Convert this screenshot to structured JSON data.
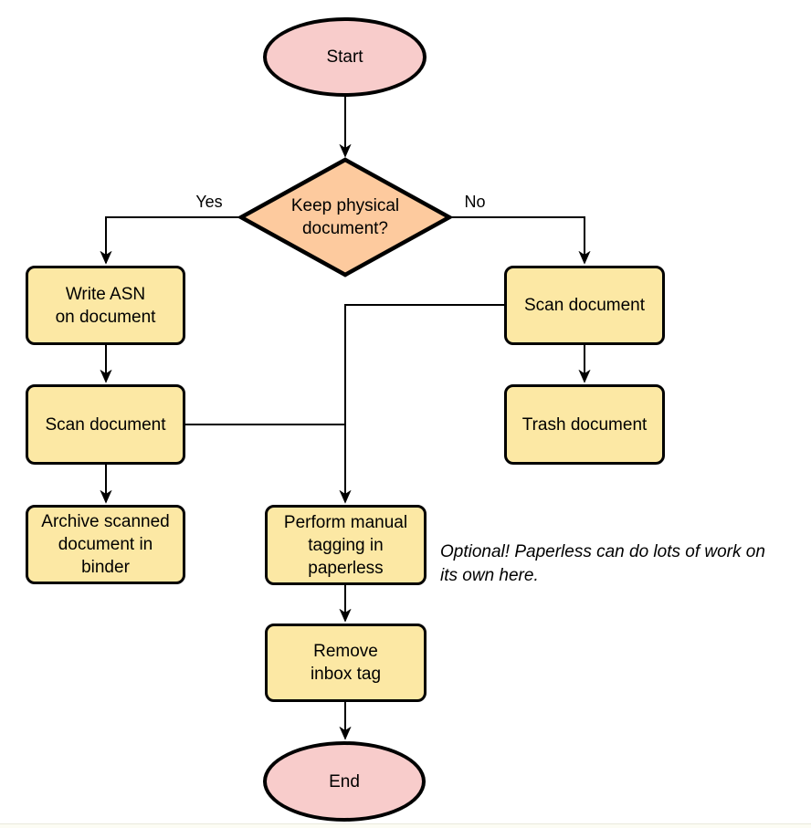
{
  "diagram": {
    "nodes": {
      "start": {
        "label": "Start",
        "type": "terminator"
      },
      "decision": {
        "label": "Keep physical\ndocument?",
        "type": "decision"
      },
      "write_asn": {
        "label": "Write ASN\non document",
        "type": "process"
      },
      "scan_left": {
        "label": "Scan document",
        "type": "process"
      },
      "archive": {
        "label": "Archive scanned\ndocument in\nbinder",
        "type": "process"
      },
      "scan_right": {
        "label": "Scan document",
        "type": "process"
      },
      "trash": {
        "label": "Trash document",
        "type": "process"
      },
      "tagging": {
        "label": "Perform manual\ntagging in\npaperless",
        "type": "process"
      },
      "remove_inbox": {
        "label": "Remove\ninbox tag",
        "type": "process"
      },
      "end": {
        "label": "End",
        "type": "terminator"
      }
    },
    "edge_labels": {
      "yes": "Yes",
      "no": "No"
    },
    "note": "Optional! Paperless can do lots of work on\nits own here.",
    "colors": {
      "terminator_fill": "#f8cccb",
      "decision_fill": "#fdca9e",
      "process_fill": "#fce8a4",
      "stroke": "#000000"
    }
  }
}
